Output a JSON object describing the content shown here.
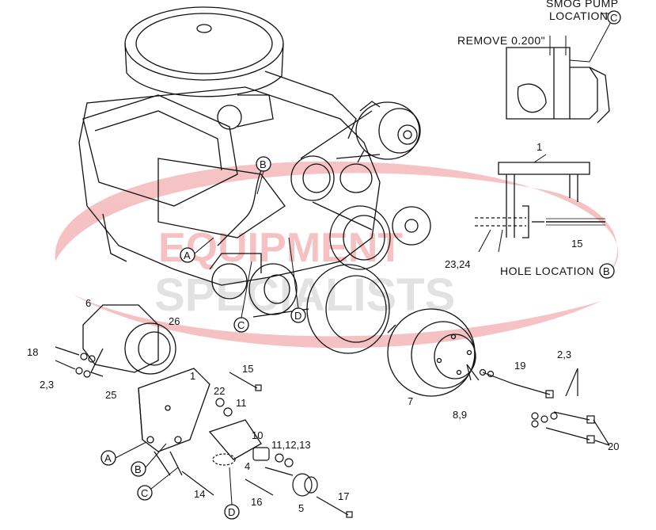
{
  "watermark": {
    "line1": "EQUIPMENT",
    "line2": "SPECIALISTS",
    "color_red": "#e0262b",
    "color_gray": "#9a9a9a"
  },
  "annotations": {
    "smog_pump_1": "SMOG PUMP",
    "smog_pump_2": "LOCATION",
    "remove": "REMOVE 0.200\"",
    "hole_location": "HOLE LOCATION"
  },
  "callouts": {
    "c_top": "C",
    "b_hole": "B",
    "a_engine": "A",
    "b_engine": "B",
    "c_engine": "C",
    "d_engine": "D",
    "a_bracket": "A",
    "b_bracket": "B",
    "c_bracket": "C",
    "d_bracket": "D"
  },
  "parts": {
    "p1_top": "1",
    "p15_top": "15",
    "p2324": "23,24",
    "p6": "6",
    "p26": "26",
    "p18": "18",
    "p23_left": "2,3",
    "p25": "25",
    "p1_bracket": "1",
    "p15_bracket": "15",
    "p22": "22",
    "p11": "11",
    "p10": "10",
    "p111213": "11,12,13",
    "p4": "4",
    "p14": "14",
    "p16": "16",
    "p5": "5",
    "p17": "17",
    "p7": "7",
    "p19": "19",
    "p23_right": "2,3",
    "p89": "8,9",
    "p20": "20"
  }
}
